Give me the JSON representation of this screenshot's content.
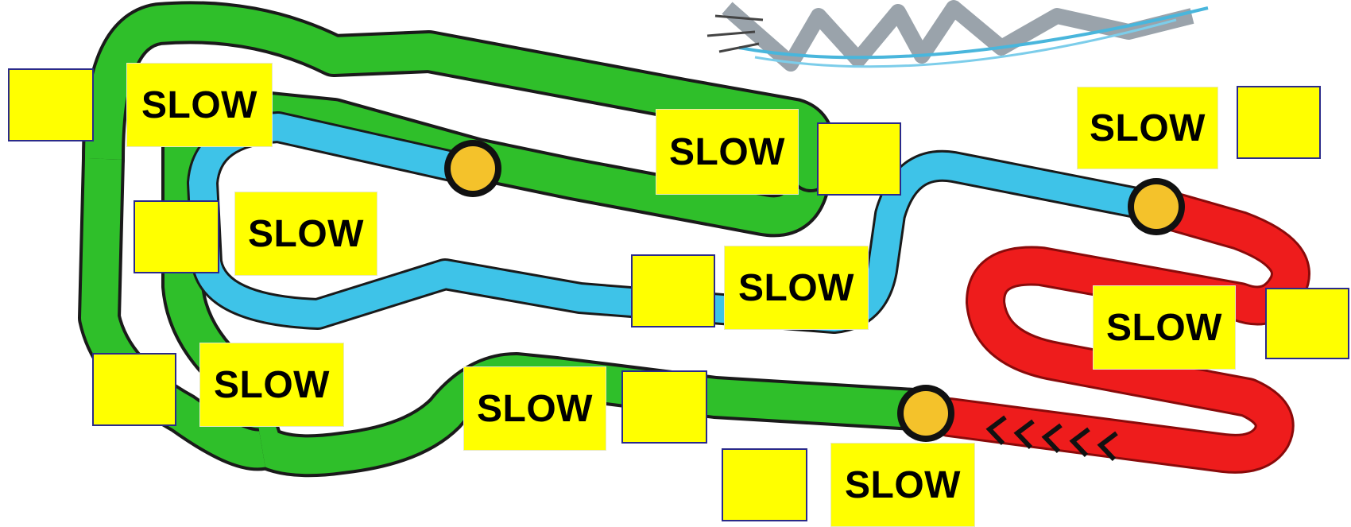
{
  "diagram": {
    "slow_label": "SLOW",
    "colors": {
      "green_section": "#2fbf2a",
      "blue_section": "#3ec3e8",
      "red_section": "#ee1c1c",
      "sign_fill": "#ffff00",
      "box_border": "#2a2a8a",
      "junction_dot": "#f4c22b"
    },
    "signs": [
      {
        "label": "SLOW"
      },
      {
        "label": "SLOW"
      },
      {
        "label": "SLOW"
      },
      {
        "label": "SLOW"
      },
      {
        "label": "SLOW"
      },
      {
        "label": "SLOW"
      },
      {
        "label": "SLOW"
      },
      {
        "label": "SLOW"
      },
      {
        "label": "SLOW"
      }
    ],
    "empty_boxes_count": 9,
    "logo": {
      "description_icon": "track-logo-icon"
    }
  }
}
